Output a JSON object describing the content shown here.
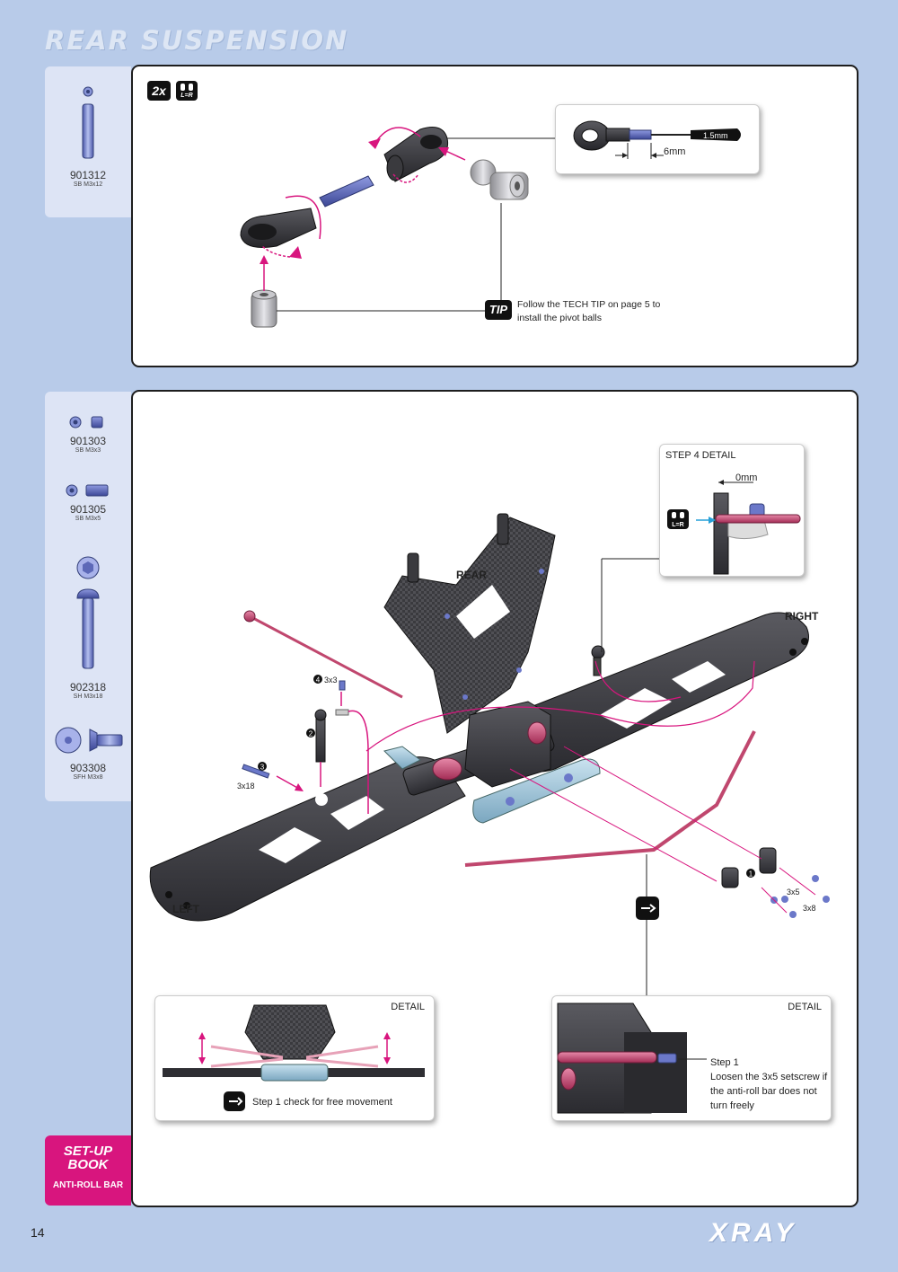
{
  "page": {
    "title": "REAR SUSPENSION",
    "number": "14",
    "brand": "XRAY"
  },
  "panel1": {
    "quantity": "2x",
    "lr_badge": "L=R",
    "parts": [
      {
        "code": "901312",
        "desc": "SB M3x12"
      }
    ],
    "detail": {
      "tool_label": "1.5mm",
      "length_label": "6mm"
    },
    "tip": {
      "badge": "TIP",
      "text_line1": "Follow the TECH TIP on page 5 to",
      "text_line2": "install the pivot balls"
    }
  },
  "panel2": {
    "parts": [
      {
        "code": "901303",
        "desc": "SB M3x3"
      },
      {
        "code": "901305",
        "desc": "SB M3x5"
      },
      {
        "code": "902318",
        "desc": "SH M3x18"
      },
      {
        "code": "903308",
        "desc": "SFH M3x8"
      }
    ],
    "labels": {
      "rear": "REAR",
      "right": "RIGHT",
      "left": "LEFT",
      "screw_3x3": "3x3",
      "screw_3x18": "3x18",
      "screw_3x5": "3x5",
      "screw_3x8": "3x8",
      "step_1": "1",
      "step_2": "2",
      "step_3": "3",
      "step_4": "4"
    },
    "step4_detail": {
      "title": "STEP 4 DETAIL",
      "gap": "0mm",
      "lr_badge": "L=R"
    },
    "detail_left": {
      "title": "DETAIL",
      "caption": "Step 1 check for free movement"
    },
    "detail_right": {
      "title": "DETAIL",
      "caption_line1": "Step 1",
      "caption_line2": "Loosen the 3x5 setscrew if",
      "caption_line3": "the anti-roll bar does not",
      "caption_line4": "turn freely"
    }
  },
  "setup_book": {
    "line1": "SET-UP",
    "line2": "BOOK",
    "subtitle": "ANTI-ROLL BAR"
  },
  "colors": {
    "background": "#b8cbe9",
    "panel_bg": "#ffffff",
    "parts_bg": "#dde4f5",
    "accent_magenta": "#d8157e",
    "part_dark": "#3a3a3e",
    "part_blue": "#6b78c9",
    "rod_pink": "#c0476e"
  }
}
